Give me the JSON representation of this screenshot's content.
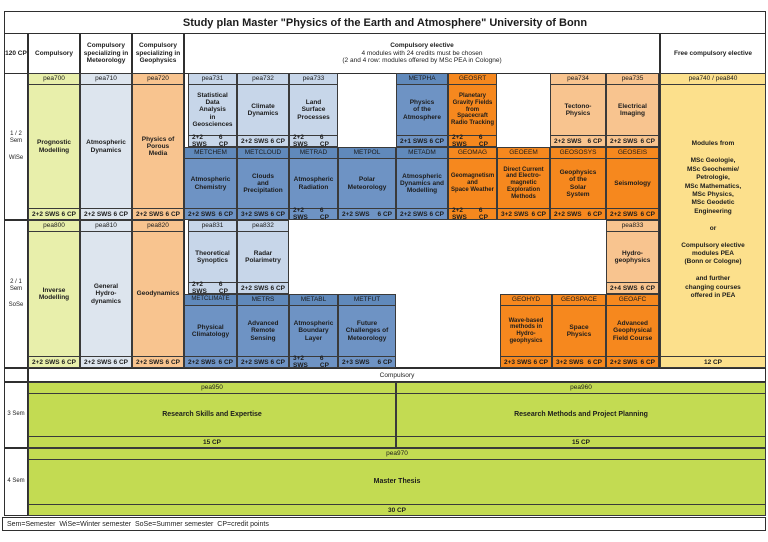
{
  "title": "Study plan Master \"Physics of the Earth and Atmosphere\" University of Bonn",
  "header": {
    "cp_total": "120 CP",
    "col_compulsory": "Compulsory",
    "col_meteorology": "Compulsory\nspecializing in\nMeteorology",
    "col_geophysics": "Compulsory\nspecializing in\nGeophysics",
    "elective_line1": "Compulsory elective",
    "elective_line2": "4 modules with 24 credits must be chosen",
    "elective_line3": "(2 and 4 row: modules offered by MSc PEA in Cologne)",
    "col_free_elective": "Free compulsory elective"
  },
  "side": {
    "row1": "1 / 2\nSem",
    "row1_season": "WiSe",
    "row2": "2 / 1\nSem",
    "row2_season": "SoSe",
    "row3": "3 Sem",
    "row4": "4 Sem"
  },
  "band_label": "Compulsory",
  "legend": "Sem=Semester  WiSe=Winter semester  SoSe=Summer semester  CP=credit points",
  "colors": {
    "green_pale": "#e8efab",
    "green_bright": "#c3db52",
    "blue_pale": "#dde5ee",
    "blue_light": "#c7d6e9",
    "blue_mid": "#6e93c4",
    "orange": "#f6881e",
    "peach": "#f8c48f",
    "yellow": "#fce08c"
  },
  "free_elective": {
    "code": "pea740 / pea840",
    "body": "Modules from\n\nMSc Geologie,\nMSc Geochemie/\nPetrologie,\nMSc Mathematics,\nMSc Physics,\nMSc Geodetic\nEngineering\n\nor\n\nCompulsory elective\nmodules PEA\n(Bonn or Cologne)\n\nand further\nchanging courses\noffered in PEA",
    "cp": "12 CP"
  },
  "modules": {
    "pea700": {
      "code": "pea700",
      "name": "Prognostic\nModelling",
      "sws": "2+2 SWS",
      "cp": "6 CP"
    },
    "pea710": {
      "code": "pea710",
      "name": "Atmospheric\nDynamics",
      "sws": "2+2 SWS",
      "cp": "6 CP"
    },
    "pea720": {
      "code": "pea720",
      "name": "Physics of\nPorous\nMedia",
      "sws": "2+2 SWS",
      "cp": "6 CP"
    },
    "pea731": {
      "code": "pea731",
      "name": "Statistical\nData\nAnalysis\nin\nGeosciences",
      "sws": "2+2 SWS",
      "cp": "6 CP"
    },
    "pea732": {
      "code": "pea732",
      "name": "Climate\nDynamics",
      "sws": "2+2 SWS",
      "cp": "6 CP"
    },
    "pea733": {
      "code": "pea733",
      "name": "Land\nSurface\nProcesses",
      "sws": "2+2 SWS",
      "cp": "6 CP"
    },
    "metpha": {
      "code": "METPHA",
      "name": "Physics\nof the\nAtmosphere",
      "sws": "2+1 SWS",
      "cp": "6 CP"
    },
    "geosrt": {
      "code": "GEOSRT",
      "name": "Planetary\nGravity Fields\nfrom\nSpacecraft\nRadio Tracking",
      "sws": "2+2 SWS",
      "cp": "6 CP"
    },
    "pea734": {
      "code": "pea734",
      "name": "Tectono-\nPhysics",
      "sws": "2+2 SWS",
      "cp": "6 CP"
    },
    "pea735": {
      "code": "pea735",
      "name": "Electrical\nImaging",
      "sws": "2+2 SWS",
      "cp": "6 CP"
    },
    "metchem": {
      "code": "METCHEM",
      "name": "Atmospheric\nChemistry",
      "sws": "2+2 SWS",
      "cp": "6 CP"
    },
    "metcloud": {
      "code": "METCLOUD",
      "name": "Clouds\nand\nPrecipitation",
      "sws": "3+2 SWS",
      "cp": "6 CP"
    },
    "metrad": {
      "code": "METRAD",
      "name": "Atmospheric\nRadiation",
      "sws": "2+2 SWS",
      "cp": "6 CP"
    },
    "metpol": {
      "code": "METPOL",
      "name": "Polar\nMeteorology",
      "sws": "2+2 SWS",
      "cp": "6 CP"
    },
    "metadm": {
      "code": "METADM",
      "name": "Atmospheric\nDynamics and\nModelling",
      "sws": "2+2 SWS",
      "cp": "6 CP"
    },
    "geomag": {
      "code": "GEOMAG",
      "name": "Geomagnetism\nand\nSpace Weather",
      "sws": "2+2 SWS",
      "cp": "6 CP"
    },
    "geoeem": {
      "code": "GEOEEM",
      "name": "Direct Current\nand Electro-\nmagnetic\nExploration\nMethods",
      "sws": "3+2 SWS",
      "cp": "6 CP"
    },
    "geososys": {
      "code": "GEOSOSYS",
      "name": "Geophysics\nof the\nSolar\nSystem",
      "sws": "2+2 SWS",
      "cp": "6 CP"
    },
    "geoseis": {
      "code": "GEOSEIS",
      "name": "Seismology",
      "sws": "2+2 SWS",
      "cp": "6 CP"
    },
    "pea800": {
      "code": "pea800",
      "name": "Inverse\nModelling",
      "sws": "2+2 SWS",
      "cp": "6 CP"
    },
    "pea810": {
      "code": "pea810",
      "name": "General\nHydro-\ndynamics",
      "sws": "2+2 SWS",
      "cp": "6 CP"
    },
    "pea820": {
      "code": "pea820",
      "name": "Geodynamics",
      "sws": "2+2 SWS",
      "cp": "6 CP"
    },
    "pea831": {
      "code": "pea831",
      "name": "Theoretical\nSynoptics",
      "sws": "2+2 SWS",
      "cp": "6 CP"
    },
    "pea832": {
      "code": "pea832",
      "name": "Radar\nPolarimetry",
      "sws": "2+2 SWS",
      "cp": "6 CP"
    },
    "pea833": {
      "code": "pea833",
      "name": "Hydro-\ngeophysics",
      "sws": "2+4 SWS",
      "cp": "6 CP"
    },
    "metclimate": {
      "code": "METCLIMATE",
      "name": "Physical\nClimatology",
      "sws": "2+2 SWS",
      "cp": "6 CP"
    },
    "metrs": {
      "code": "METRS",
      "name": "Advanced\nRemote\nSensing",
      "sws": "2+2 SWS",
      "cp": "6 CP"
    },
    "metabl": {
      "code": "METABL",
      "name": "Atmospheric\nBoundary\nLayer",
      "sws": "3+2 SWS",
      "cp": "6 CP"
    },
    "metfut": {
      "code": "METFUT",
      "name": "Future\nChallenges of\nMeteorology",
      "sws": "2+3 SWS",
      "cp": "6 CP"
    },
    "geohyd": {
      "code": "GEOHYD",
      "name": "Wave-based\nmethods in\nHydro-\ngeophysics",
      "sws": "2+3 SWS",
      "cp": "6 CP"
    },
    "geospace": {
      "code": "GEOSPACE",
      "name": "Space\nPhysics",
      "sws": "3+2 SWS",
      "cp": "6 CP"
    },
    "geoafc": {
      "code": "GEOAFC",
      "name": "Advanced\nGeophysical\nField Course",
      "sws": "2+2 SWS",
      "cp": "6 CP"
    },
    "pea950": {
      "code": "pea950",
      "name": "Research Skills and Expertise",
      "cp": "15 CP"
    },
    "pea960": {
      "code": "pea960",
      "name": "Research Methods and Project Planning",
      "cp": "15 CP"
    },
    "pea970": {
      "code": "pea970",
      "name": "Master Thesis",
      "cp": "30 CP"
    }
  }
}
